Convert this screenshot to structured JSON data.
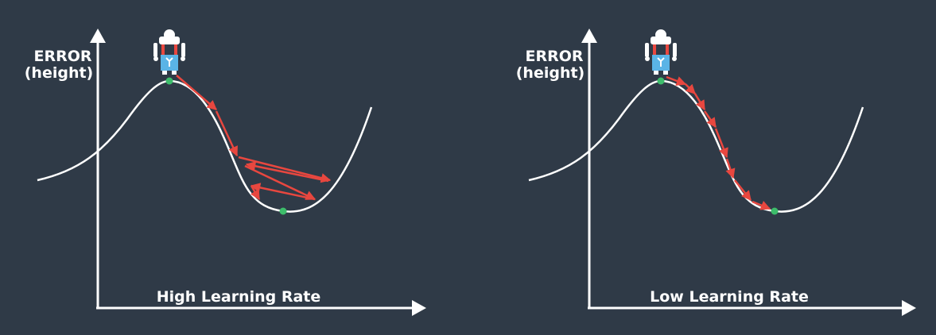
{
  "colors": {
    "background": "#2f3a47",
    "axis": "#ffffff",
    "curve": "#ffffff",
    "step_arrow": "#e8473f",
    "endpoint": "#3dbd6b",
    "robot_accent": "#5ab4e6"
  },
  "panels": [
    {
      "y_label_line1": "ERROR",
      "y_label_line2": "(height)",
      "title": "High Learning Rate"
    },
    {
      "y_label_line1": "ERROR",
      "y_label_line2": "(height)",
      "title": "Low Learning Rate"
    }
  ],
  "icons": {
    "robot": "robot-icon",
    "start_point": "start-point-dot",
    "end_point": "minimum-point-dot"
  }
}
